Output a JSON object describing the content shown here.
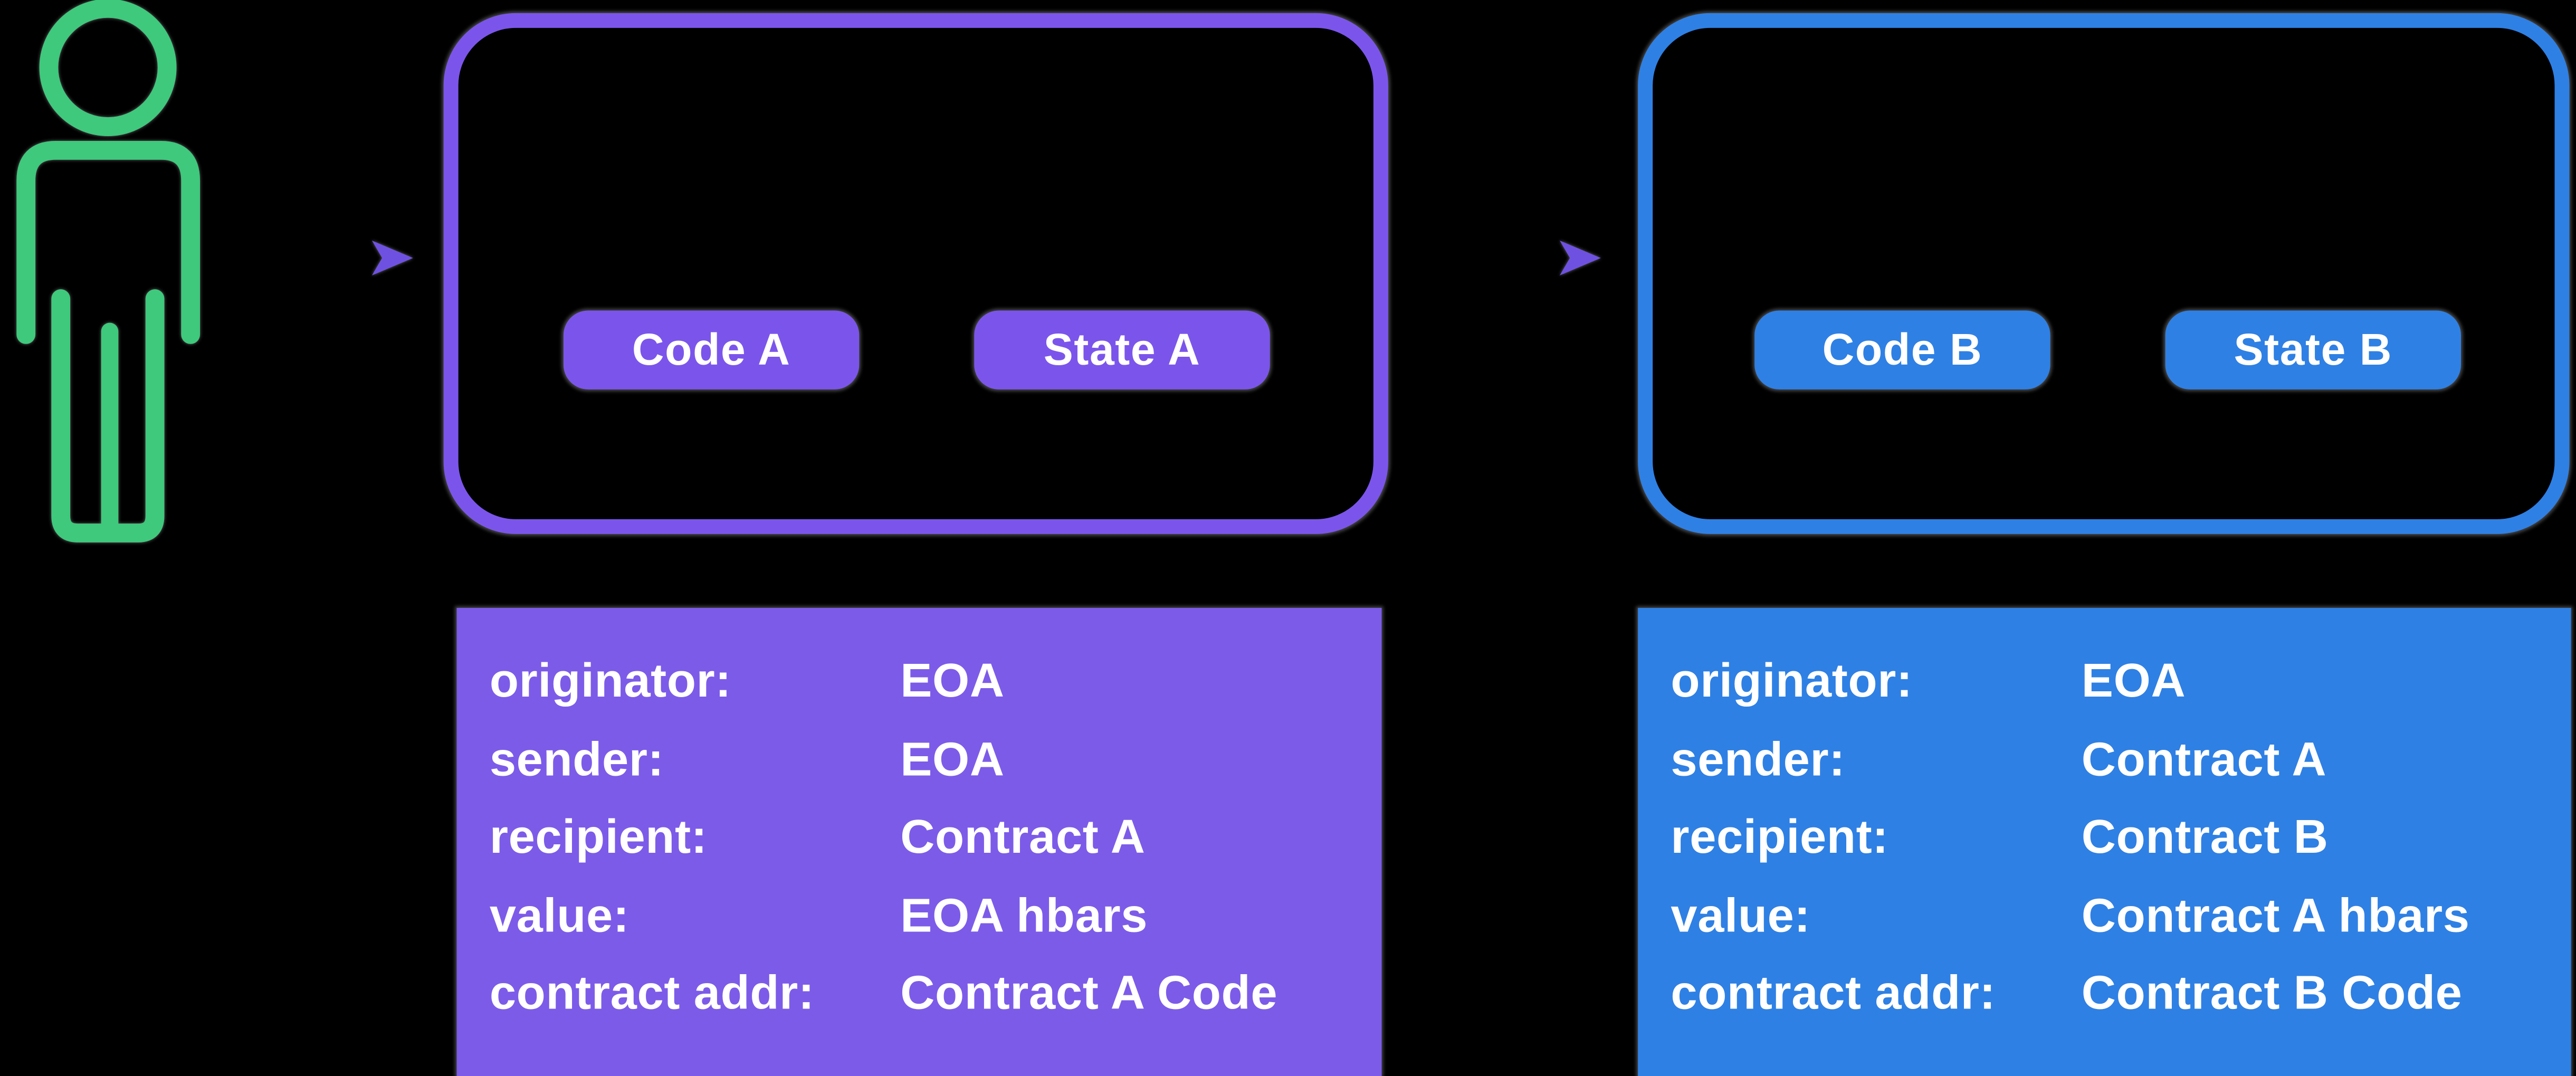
{
  "colors": {
    "background": "#000000",
    "person_green": "#3EC97C",
    "purple": "#7B55EB",
    "purple_panel": "#7C5BE9",
    "blue": "#2E80E4",
    "arrow_gradient_start": "#1E78E6",
    "arrow_gradient_end": "#6C50E0",
    "arrowhead": "#6F51E2",
    "text": "#FFFFFF"
  },
  "icons": {
    "person": "person-outline-icon",
    "arrow_eoa_to_contract_a": "arrow-right-icon",
    "arrow_contract_a_to_contract_b": "arrow-right-icon"
  },
  "contract_a": {
    "pills": [
      {
        "label": "Code A"
      },
      {
        "label": "State A"
      }
    ]
  },
  "contract_b": {
    "pills": [
      {
        "label": "Code B"
      },
      {
        "label": "State B"
      }
    ]
  },
  "panel_a": {
    "rows": [
      {
        "label": "originator:",
        "value": "EOA"
      },
      {
        "label": "sender:",
        "value": "EOA"
      },
      {
        "label": "recipient:",
        "value": "Contract A"
      },
      {
        "label": "value:",
        "value": "EOA hbars"
      },
      {
        "label": "contract addr:",
        "value": "Contract A Code"
      }
    ]
  },
  "panel_b": {
    "rows": [
      {
        "label": "originator:",
        "value": "EOA"
      },
      {
        "label": "sender:",
        "value": "Contract A"
      },
      {
        "label": "recipient:",
        "value": "Contract B"
      },
      {
        "label": "value:",
        "value": "Contract A hbars"
      },
      {
        "label": "contract addr:",
        "value": "Contract B Code"
      }
    ]
  }
}
